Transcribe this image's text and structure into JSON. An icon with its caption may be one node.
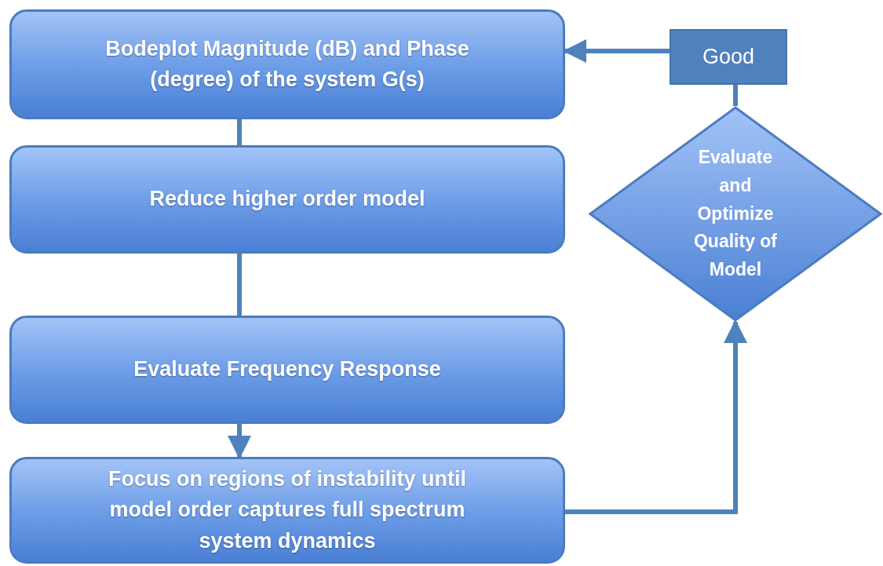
{
  "diagram": {
    "nodes": [
      {
        "text": [
          "Bodeplot Magnitude (dB) and Phase (degree) of the system G(s)"
        ]
      },
      {
        "text": [
          "Reduce higher order model"
        ]
      },
      {
        "text": [
          "Evaluate Frequency Response"
        ]
      },
      {
        "text": [
          "Focus on regions of instability until model order captures full spectrum system dynamics"
        ]
      },
      {
        "text": [
          "Evaluate and Optimize Quality of Model"
        ]
      },
      {
        "text": [
          "Good"
        ]
      }
    ],
    "edges": [
      {
        "from": 0,
        "to": 1,
        "arrow": "none"
      },
      {
        "from": 1,
        "to": 2,
        "arrow": "none"
      },
      {
        "from": 2,
        "to": 3,
        "arrow": "to"
      },
      {
        "from": 3,
        "to": 4,
        "arrow": "to"
      },
      {
        "from": 4,
        "to": 5,
        "arrow": "none"
      },
      {
        "from": 5,
        "to": 0,
        "arrow": "to"
      }
    ]
  }
}
